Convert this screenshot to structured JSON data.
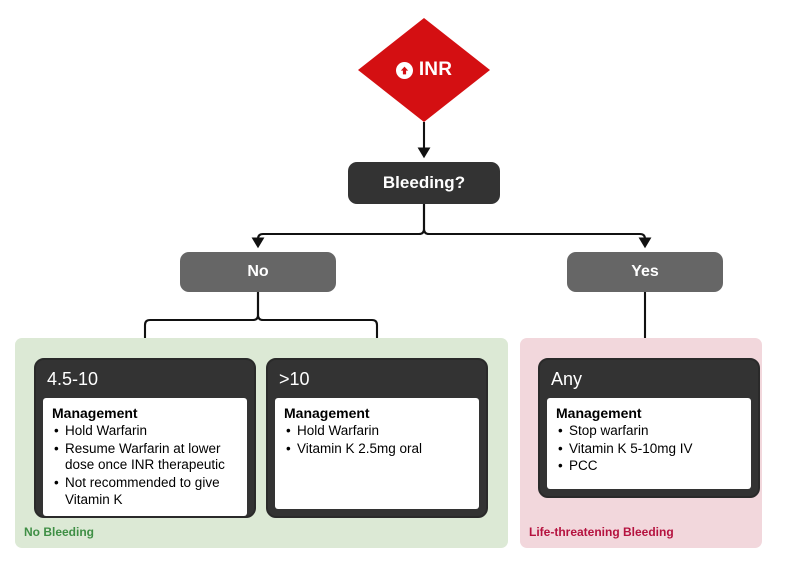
{
  "flow": {
    "start": {
      "label": "INR",
      "icon": "arrow-up-circle-icon",
      "color": "#d40f12"
    },
    "decision": {
      "label": "Bleeding?",
      "color": "#333333"
    },
    "branches": [
      {
        "label": "No",
        "color": "#666666"
      },
      {
        "label": "Yes",
        "color": "#666666"
      }
    ],
    "panels": [
      {
        "label": "No Bleeding",
        "background": "#dce9d5",
        "label_color": "#3f8f45",
        "cards": [
          {
            "header": "4.5-10",
            "body_title": "Management",
            "items": [
              "Hold Warfarin",
              "Resume Warfarin at lower dose once INR therapeutic",
              "Not recommended to give Vitamin K"
            ]
          },
          {
            "header": ">10",
            "body_title": "Management",
            "items": [
              "Hold Warfarin",
              "Vitamin K 2.5mg oral"
            ]
          }
        ]
      },
      {
        "label": "Life-threatening Bleeding",
        "background": "#f2d7dc",
        "label_color": "#b5123f",
        "cards": [
          {
            "header": "Any",
            "body_title": "Management",
            "items": [
              "Stop warfarin",
              "Vitamin K 5-10mg IV",
              "PCC"
            ]
          }
        ]
      }
    ]
  }
}
